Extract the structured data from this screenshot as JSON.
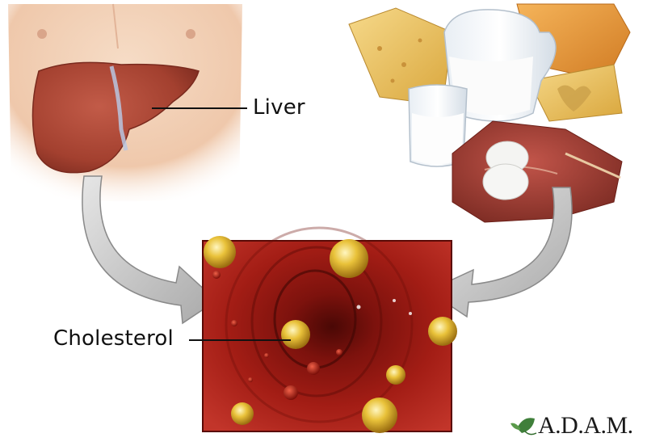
{
  "labels": {
    "liver": "Liver",
    "cholesterol": "Cholesterol"
  },
  "logo": {
    "text": "A.D.A.M.",
    "icon": "leaf-icon"
  },
  "colors": {
    "skin": "#f2cfb4",
    "liver": "#a84436",
    "blood_vessel": "#9e1c14",
    "arrow": "#c9c9c9",
    "cholesterol_droplet": "#e8c33a"
  }
}
